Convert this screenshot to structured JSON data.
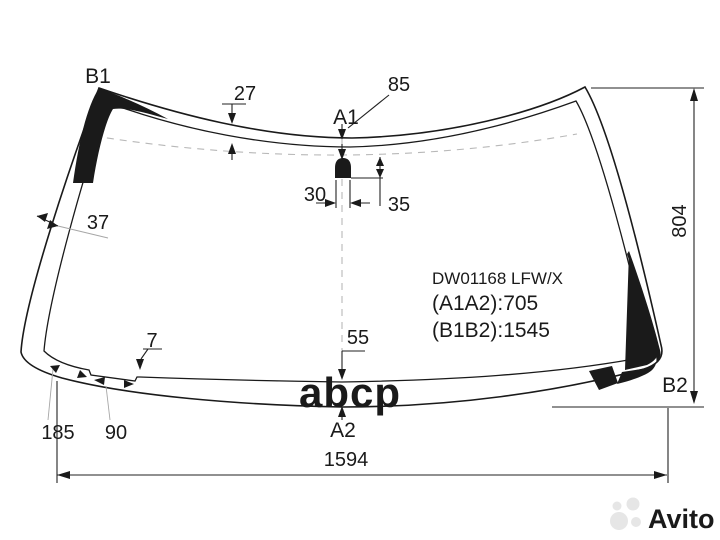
{
  "part": {
    "code": "DW01168 LFW/X",
    "a1a2": "(A1A2):705",
    "b1b2": "(B1B2):1545"
  },
  "labels": {
    "b1": "B1",
    "a1": "A1",
    "a2": "A2",
    "b2": "B2"
  },
  "dimensions": {
    "top_band_27": "27",
    "mirror_from_edge_85": "85",
    "mirror_width_30": "30",
    "mirror_drop_35": "35",
    "side_band_37": "37",
    "notch_step_7": "7",
    "center_bottom_55": "55",
    "corner_arc_185": "185",
    "notch_arc_90": "90",
    "overall_height_804": "804",
    "overall_width_1594": "1594"
  },
  "watermarks": {
    "center": "abcp",
    "corner": "Avito"
  },
  "colors": {
    "ink": "#1a1a1a",
    "dashed_line": "#b8b8b8",
    "leader_line": "#a6a6a6",
    "watermark_center": "#cfcfcf",
    "watermark_corner": "#e6e6e6",
    "background": "#ffffff"
  }
}
